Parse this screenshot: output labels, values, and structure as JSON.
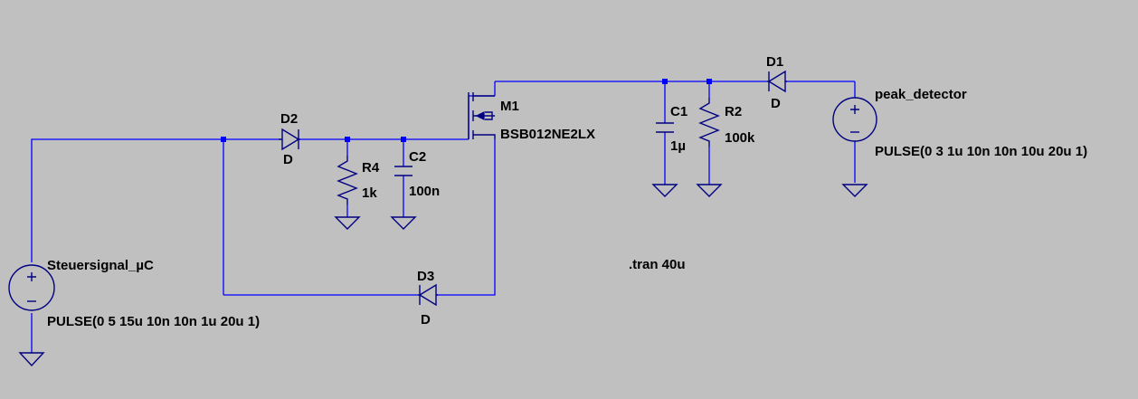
{
  "schematic": {
    "components": {
      "v_left": {
        "name": "Steuersignal_µC",
        "value": "PULSE(0 5 15u 10n 10n 1u 20u 1)"
      },
      "v_right": {
        "name": "peak_detector",
        "value": "PULSE(0 3 1u 10n 10n 10u 20u 1)"
      },
      "d1": {
        "name": "D1",
        "value": "D"
      },
      "d2": {
        "name": "D2",
        "value": "D"
      },
      "d3": {
        "name": "D3",
        "value": "D"
      },
      "m1": {
        "name": "M1",
        "value": "BSB012NE2LX"
      },
      "r4": {
        "name": "R4",
        "value": "1k"
      },
      "r2": {
        "name": "R2",
        "value": "100k"
      },
      "c1": {
        "name": "C1",
        "value": "1µ"
      },
      "c2": {
        "name": "C2",
        "value": "100n"
      }
    },
    "directive": ".tran 40u",
    "colors": {
      "background": "#c0c0c0",
      "wire": "#0000ff",
      "symbol": "#000080",
      "text": "#000000"
    }
  }
}
